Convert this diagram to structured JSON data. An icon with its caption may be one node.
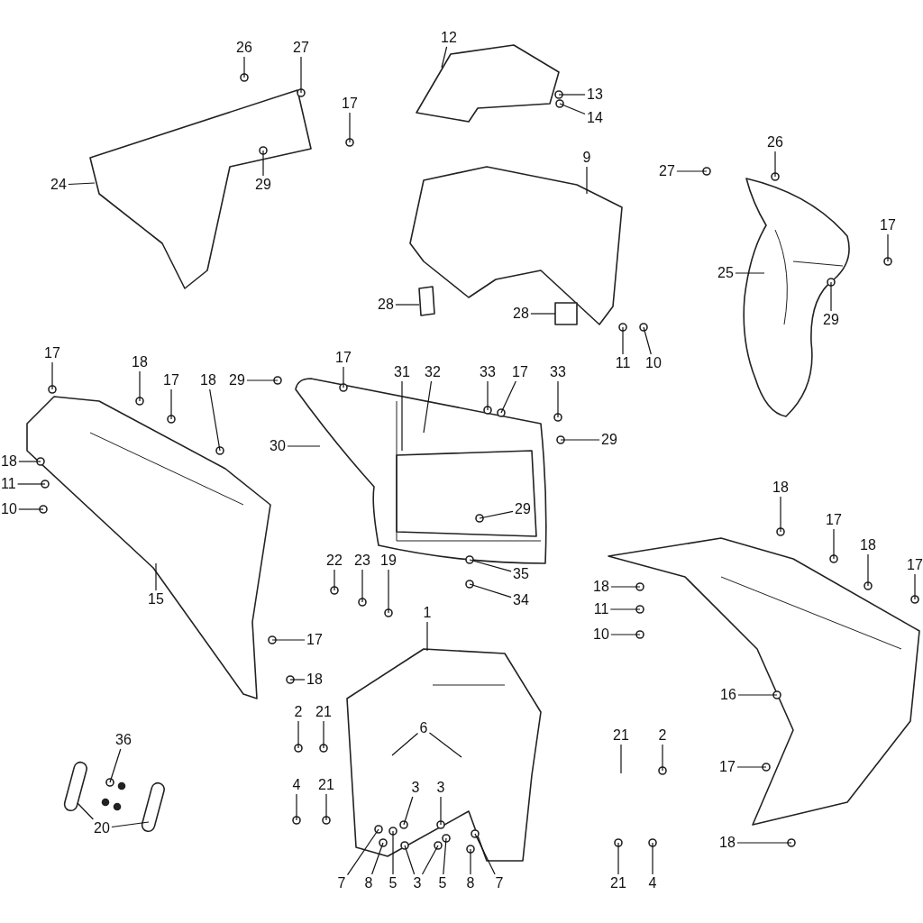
{
  "diagram": {
    "nodes": [
      {
        "text": [
          "26"
        ]
      },
      {
        "text": [
          "27"
        ]
      },
      {
        "text": [
          "17"
        ]
      },
      {
        "text": [
          "12"
        ]
      },
      {
        "text": [
          "13"
        ]
      },
      {
        "text": [
          "14"
        ]
      },
      {
        "text": [
          "24"
        ]
      },
      {
        "text": [
          "29"
        ]
      },
      {
        "text": [
          "9"
        ]
      },
      {
        "text": [
          "27"
        ]
      },
      {
        "text": [
          "26"
        ]
      },
      {
        "text": [
          "17"
        ]
      },
      {
        "text": [
          "25"
        ]
      },
      {
        "text": [
          "29"
        ]
      },
      {
        "text": [
          "28"
        ]
      },
      {
        "text": [
          "28"
        ]
      },
      {
        "text": [
          "11"
        ]
      },
      {
        "text": [
          "10"
        ]
      },
      {
        "text": [
          "17"
        ]
      },
      {
        "text": [
          "18"
        ]
      },
      {
        "text": [
          "17"
        ]
      },
      {
        "text": [
          "18"
        ]
      },
      {
        "text": [
          "29"
        ]
      },
      {
        "text": [
          "17"
        ]
      },
      {
        "text": [
          "31"
        ]
      },
      {
        "text": [
          "32"
        ]
      },
      {
        "text": [
          "33"
        ]
      },
      {
        "text": [
          "17"
        ]
      },
      {
        "text": [
          "33"
        ]
      },
      {
        "text": [
          "29"
        ]
      },
      {
        "text": [
          "30"
        ]
      },
      {
        "text": [
          "18"
        ]
      },
      {
        "text": [
          "11"
        ]
      },
      {
        "text": [
          "10"
        ]
      },
      {
        "text": [
          "29"
        ]
      },
      {
        "text": [
          "15"
        ]
      },
      {
        "text": [
          "22"
        ]
      },
      {
        "text": [
          "23"
        ]
      },
      {
        "text": [
          "19"
        ]
      },
      {
        "text": [
          "35"
        ]
      },
      {
        "text": [
          "34"
        ]
      },
      {
        "text": [
          "17"
        ]
      },
      {
        "text": [
          "18"
        ]
      },
      {
        "text": [
          "1"
        ]
      },
      {
        "text": [
          "2"
        ]
      },
      {
        "text": [
          "21"
        ]
      },
      {
        "text": [
          "6"
        ]
      },
      {
        "text": [
          "36"
        ]
      },
      {
        "text": [
          "4"
        ]
      },
      {
        "text": [
          "21"
        ]
      },
      {
        "text": [
          "3"
        ]
      },
      {
        "text": [
          "3"
        ]
      },
      {
        "text": [
          "20"
        ]
      },
      {
        "text": [
          "7"
        ]
      },
      {
        "text": [
          "8"
        ]
      },
      {
        "text": [
          "5"
        ]
      },
      {
        "text": [
          "3"
        ]
      },
      {
        "text": [
          "5"
        ]
      },
      {
        "text": [
          "8"
        ]
      },
      {
        "text": [
          "7"
        ]
      },
      {
        "text": [
          "18"
        ]
      },
      {
        "text": [
          "17"
        ]
      },
      {
        "text": [
          "18"
        ]
      },
      {
        "text": [
          "17"
        ]
      },
      {
        "text": [
          "18"
        ]
      },
      {
        "text": [
          "11"
        ]
      },
      {
        "text": [
          "10"
        ]
      },
      {
        "text": [
          "16"
        ]
      },
      {
        "text": [
          "21"
        ]
      },
      {
        "text": [
          "2"
        ]
      },
      {
        "text": [
          "17"
        ]
      },
      {
        "text": [
          "21"
        ]
      },
      {
        "text": [
          "4"
        ]
      },
      {
        "text": [
          "18"
        ]
      }
    ],
    "edges": [
      {
        "from": 0,
        "to": null,
        "arrow": "none"
      },
      {
        "from": 1,
        "to": null,
        "arrow": "none"
      },
      {
        "from": 2,
        "to": null,
        "arrow": "none"
      },
      {
        "from": 3,
        "to": null,
        "arrow": "none"
      },
      {
        "from": 4,
        "to": null,
        "arrow": "none"
      },
      {
        "from": 5,
        "to": null,
        "arrow": "none"
      },
      {
        "from": 6,
        "to": null,
        "arrow": "none"
      },
      {
        "from": 7,
        "to": null,
        "arrow": "none"
      },
      {
        "from": 8,
        "to": null,
        "arrow": "none"
      },
      {
        "from": 9,
        "to": null,
        "arrow": "none"
      },
      {
        "from": 10,
        "to": null,
        "arrow": "none"
      },
      {
        "from": 11,
        "to": null,
        "arrow": "none"
      },
      {
        "from": 12,
        "to": null,
        "arrow": "none"
      },
      {
        "from": 13,
        "to": null,
        "arrow": "none"
      },
      {
        "from": 14,
        "to": null,
        "arrow": "none"
      },
      {
        "from": 15,
        "to": null,
        "arrow": "none"
      },
      {
        "from": 16,
        "to": null,
        "arrow": "none"
      },
      {
        "from": 17,
        "to": null,
        "arrow": "none"
      },
      {
        "from": 18,
        "to": null,
        "arrow": "none"
      },
      {
        "from": 19,
        "to": null,
        "arrow": "none"
      },
      {
        "from": 20,
        "to": null,
        "arrow": "none"
      },
      {
        "from": 21,
        "to": null,
        "arrow": "none"
      },
      {
        "from": 22,
        "to": null,
        "arrow": "none"
      },
      {
        "from": 23,
        "to": null,
        "arrow": "none"
      },
      {
        "from": 24,
        "to": null,
        "arrow": "none"
      },
      {
        "from": 25,
        "to": null,
        "arrow": "none"
      },
      {
        "from": 26,
        "to": null,
        "arrow": "none"
      },
      {
        "from": 27,
        "to": null,
        "arrow": "none"
      },
      {
        "from": 28,
        "to": null,
        "arrow": "none"
      },
      {
        "from": 29,
        "to": null,
        "arrow": "none"
      },
      {
        "from": 30,
        "to": null,
        "arrow": "none"
      },
      {
        "from": 31,
        "to": null,
        "arrow": "none"
      },
      {
        "from": 32,
        "to": null,
        "arrow": "none"
      },
      {
        "from": 33,
        "to": null,
        "arrow": "none"
      },
      {
        "from": 34,
        "to": null,
        "arrow": "none"
      },
      {
        "from": 35,
        "to": null,
        "arrow": "none"
      },
      {
        "from": 36,
        "to": null,
        "arrow": "none"
      },
      {
        "from": 37,
        "to": null,
        "arrow": "none"
      },
      {
        "from": 38,
        "to": null,
        "arrow": "none"
      },
      {
        "from": 39,
        "to": null,
        "arrow": "none"
      },
      {
        "from": 40,
        "to": null,
        "arrow": "none"
      },
      {
        "from": 41,
        "to": null,
        "arrow": "none"
      },
      {
        "from": 42,
        "to": null,
        "arrow": "none"
      },
      {
        "from": 43,
        "to": null,
        "arrow": "none"
      },
      {
        "from": 44,
        "to": null,
        "arrow": "none"
      },
      {
        "from": 45,
        "to": null,
        "arrow": "none"
      },
      {
        "from": 46,
        "to": null,
        "arrow": "none"
      },
      {
        "from": 46,
        "to": null,
        "arrow": "none"
      },
      {
        "from": 47,
        "to": null,
        "arrow": "none"
      },
      {
        "from": 48,
        "to": null,
        "arrow": "none"
      },
      {
        "from": 49,
        "to": null,
        "arrow": "none"
      },
      {
        "from": 50,
        "to": null,
        "arrow": "none"
      },
      {
        "from": 51,
        "to": null,
        "arrow": "none"
      },
      {
        "from": 52,
        "to": null,
        "arrow": "none"
      },
      {
        "from": 52,
        "to": null,
        "arrow": "none"
      },
      {
        "from": 53,
        "to": null,
        "arrow": "none"
      },
      {
        "from": 54,
        "to": null,
        "arrow": "none"
      },
      {
        "from": 55,
        "to": null,
        "arrow": "none"
      },
      {
        "from": 56,
        "to": null,
        "arrow": "none"
      },
      {
        "from": 56,
        "to": null,
        "arrow": "none"
      },
      {
        "from": 57,
        "to": null,
        "arrow": "none"
      },
      {
        "from": 58,
        "to": null,
        "arrow": "none"
      },
      {
        "from": 59,
        "to": null,
        "arrow": "none"
      },
      {
        "from": 60,
        "to": null,
        "arrow": "none"
      },
      {
        "from": 61,
        "to": null,
        "arrow": "none"
      },
      {
        "from": 62,
        "to": null,
        "arrow": "none"
      },
      {
        "from": 63,
        "to": null,
        "arrow": "none"
      },
      {
        "from": 64,
        "to": null,
        "arrow": "none"
      },
      {
        "from": 65,
        "to": null,
        "arrow": "none"
      },
      {
        "from": 66,
        "to": null,
        "arrow": "none"
      },
      {
        "from": 67,
        "to": null,
        "arrow": "none"
      },
      {
        "from": 68,
        "to": null,
        "arrow": "none"
      },
      {
        "from": 69,
        "to": null,
        "arrow": "none"
      },
      {
        "from": 70,
        "to": null,
        "arrow": "none"
      },
      {
        "from": 71,
        "to": null,
        "arrow": "none"
      },
      {
        "from": 72,
        "to": null,
        "arrow": "none"
      },
      {
        "from": 73,
        "to": null,
        "arrow": "none"
      }
    ]
  }
}
